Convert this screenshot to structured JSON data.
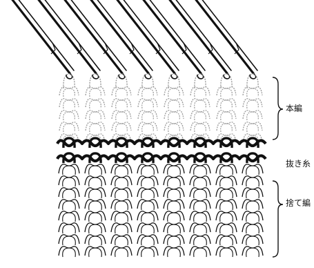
{
  "labels": {
    "main_knitting": "本編",
    "waste_yarn": "抜き糸",
    "waste_knitting": "捨て編"
  },
  "colors": {
    "ink": "#111111",
    "main_stitch": "#9a9a9a",
    "background": "#ffffff"
  },
  "structure": {
    "needles": 8,
    "main_knitting_rows": 5,
    "waste_yarn_rows": 2,
    "waste_knitting_rows": 8
  }
}
